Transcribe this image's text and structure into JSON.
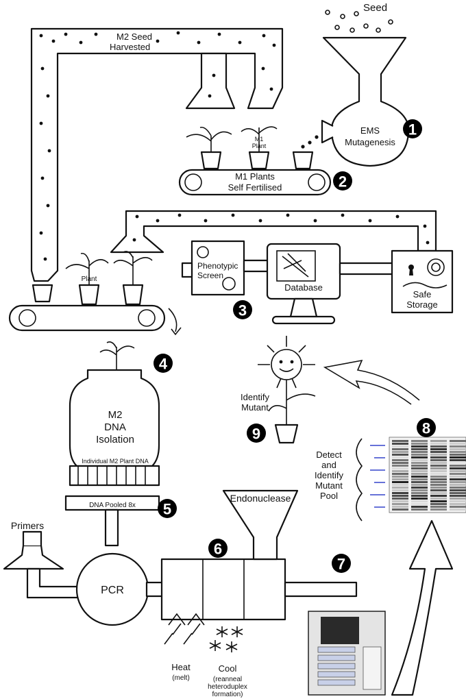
{
  "labels": {
    "seed": "Seed",
    "m2_seed_harvested_1": "M2 Seed",
    "m2_seed_harvested_2": "Harvested",
    "ems_1": "EMS",
    "ems_2": "Mutagenesis",
    "m1_plant_1": "M1",
    "m1_plant_2": "Plant",
    "m1_plants_1": "M1 Plants",
    "m1_plants_2": "Self Fertilised",
    "plant": "Plant",
    "phenotypic_1": "Phenotypic",
    "phenotypic_2": "Screen",
    "database": "Database",
    "safe_1": "Safe",
    "safe_2": "Storage",
    "m2_1": "M2",
    "m2_2": "DNA",
    "m2_3": "Isolation",
    "individual_dna": "Individual M2 Plant DNA",
    "dna_pooled": "DNA Pooled 8x",
    "identify_1": "Identify",
    "identify_2": "Mutant",
    "detect_1": "Detect",
    "detect_2": "and",
    "detect_3": "Identify",
    "detect_4": "Mutant",
    "detect_5": "Pool",
    "primers": "Primers",
    "pcr": "PCR",
    "endonuclease": "Endonuclease",
    "heat_1": "Heat",
    "heat_2": "(melt)",
    "cool_1": "Cool",
    "cool_2": "(reanneal",
    "cool_3": "heteroduplex",
    "cool_4": "formation)"
  },
  "steps": [
    "1",
    "2",
    "3",
    "4",
    "5",
    "6",
    "7",
    "8",
    "9"
  ],
  "colors": {
    "ink": "#111111",
    "badge": "#000000",
    "gel_marker": "#3344cc",
    "paper": "#ffffff"
  }
}
